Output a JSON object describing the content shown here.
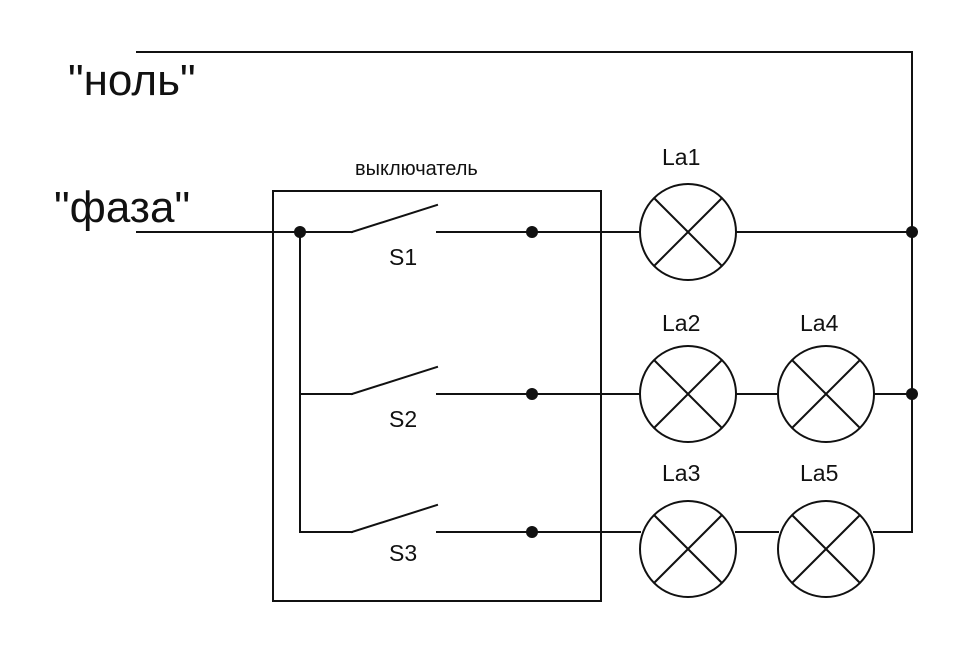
{
  "labels": {
    "neutral": "\"ноль\"",
    "phase": "\"фаза\"",
    "switch_box": "выключатель"
  },
  "switches": [
    "S1",
    "S2",
    "S3"
  ],
  "lamps": [
    "La1",
    "La2",
    "La3",
    "La4",
    "La5"
  ],
  "colors": {
    "line": "#111111",
    "background": "#ffffff"
  }
}
